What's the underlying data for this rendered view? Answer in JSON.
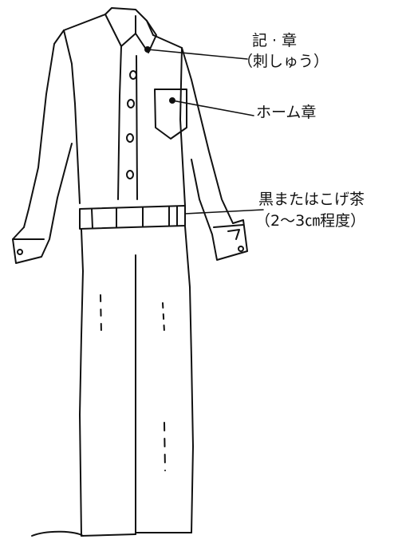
{
  "labels": {
    "emblem": "記 · 章",
    "emblem_note": "（刺しゅう）",
    "homeroom_badge": "ホーム章",
    "belt": "黒またはこげ茶",
    "belt_note": "（2～3㎝程度）"
  },
  "colors": {
    "ink": "#111111",
    "paper": "#ffffff"
  }
}
